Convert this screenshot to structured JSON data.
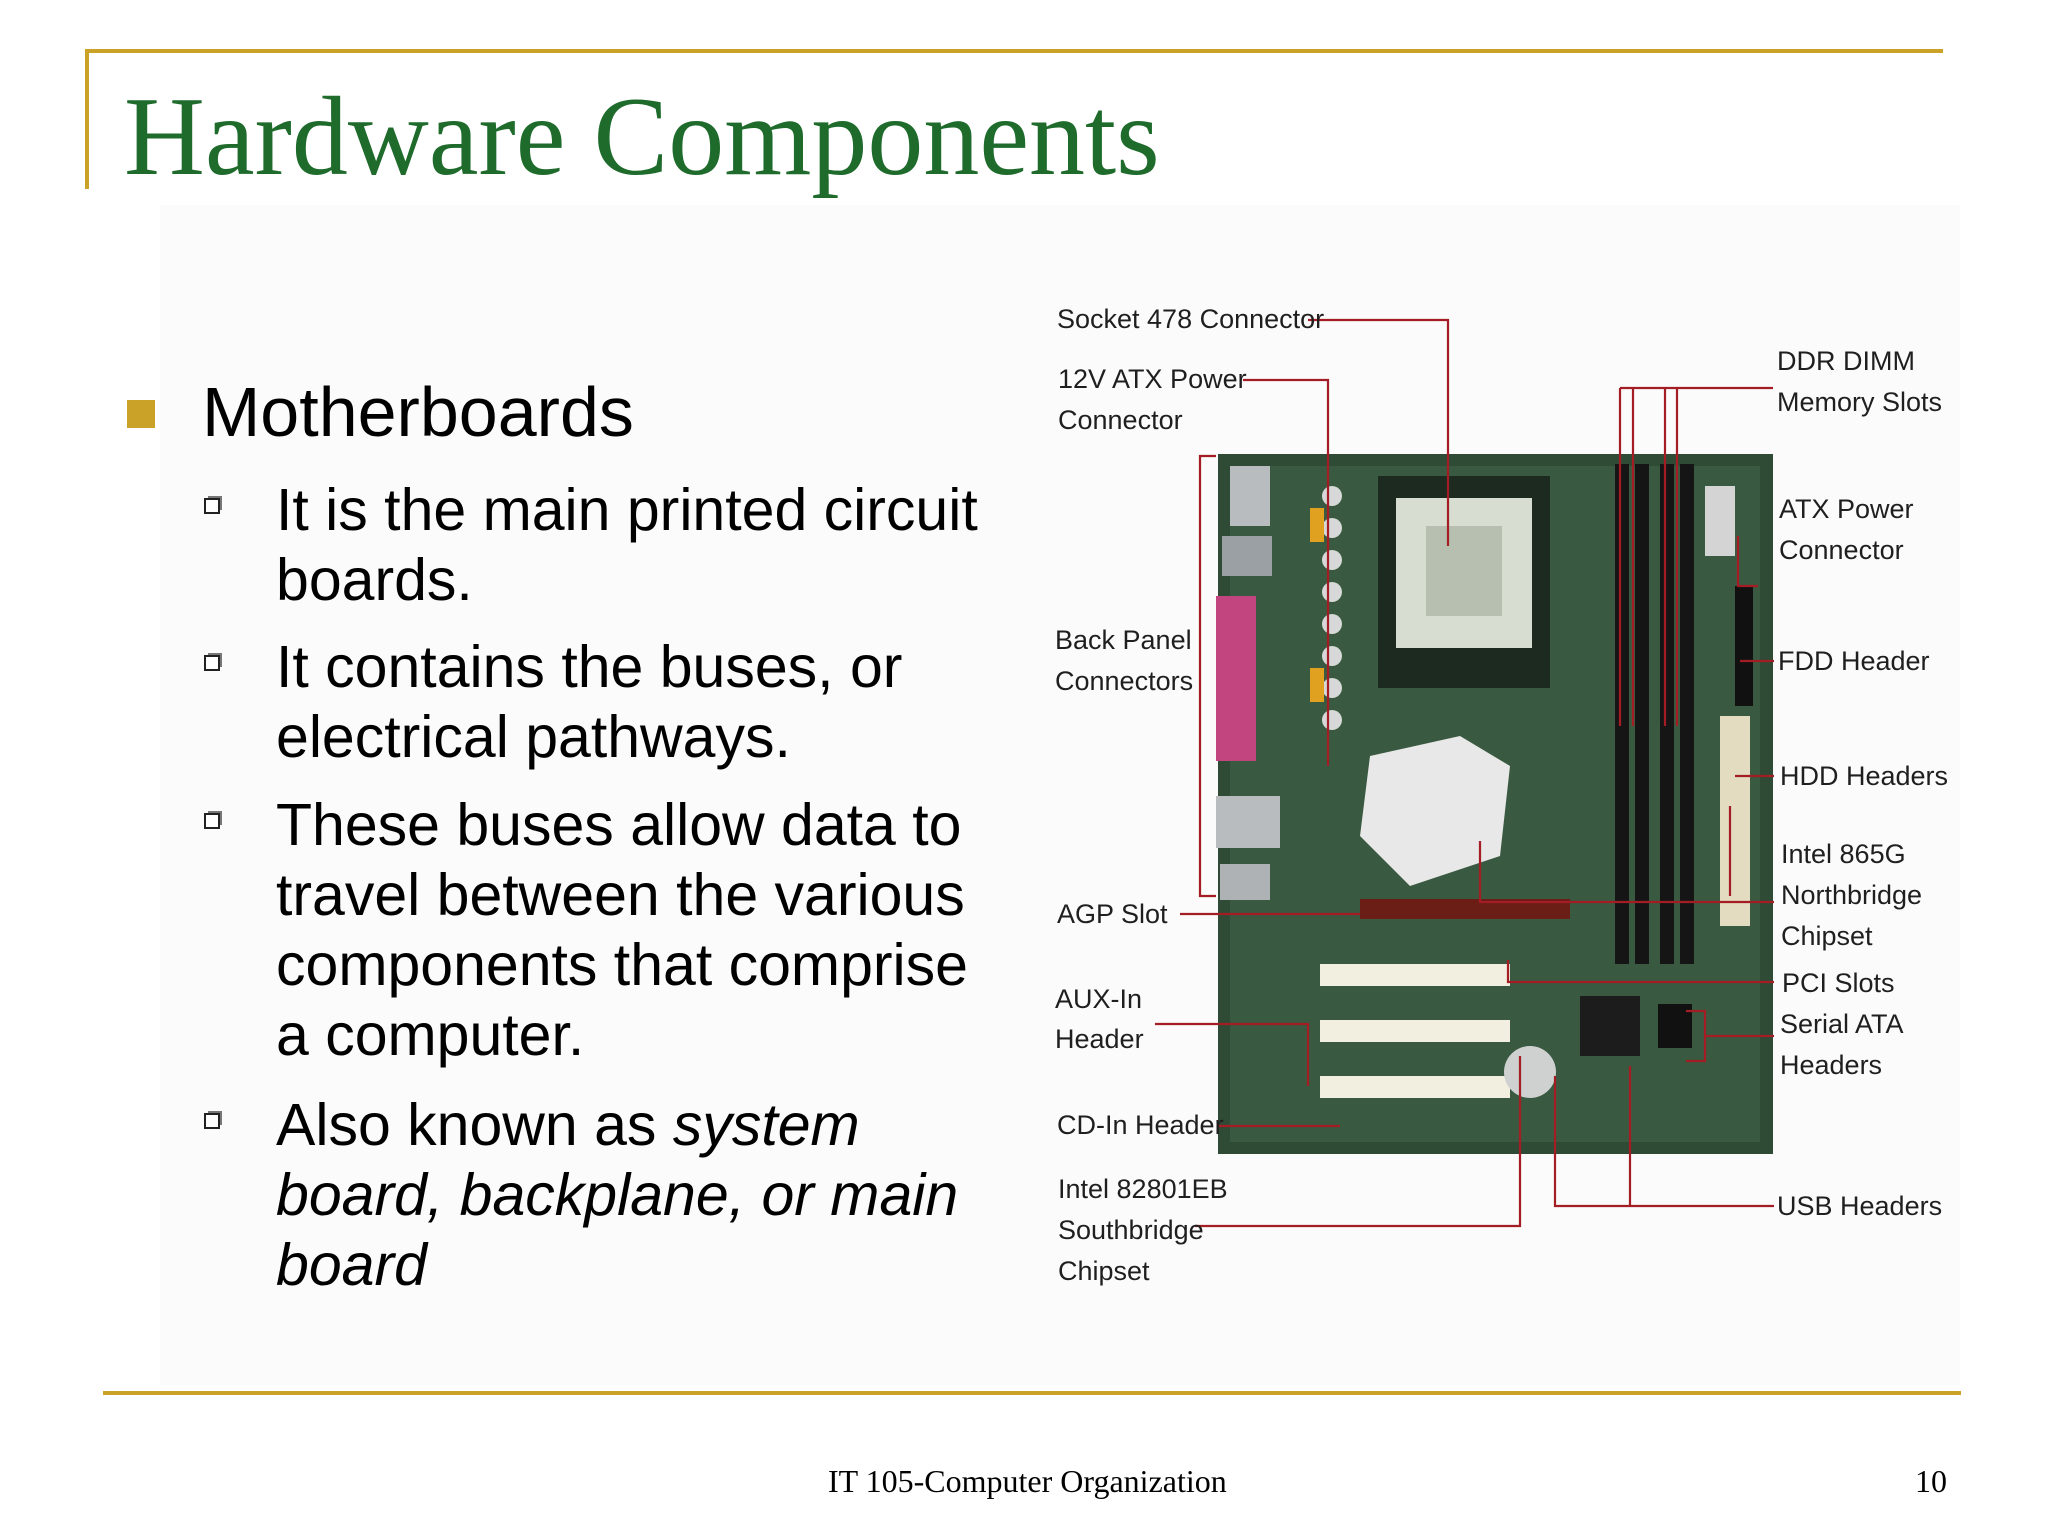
{
  "slide": {
    "title": "Hardware Components",
    "main_bullet": "Motherboards",
    "sub_bullets": [
      {
        "text": "It is the main printed circuit boards."
      },
      {
        "text": "It contains the buses, or electrical pathways."
      },
      {
        "text": "These buses allow data to travel between the various components that comprise a computer."
      },
      {
        "prefix": "Also known as ",
        "italic": "system board, backplane, or main board"
      }
    ]
  },
  "diagram": {
    "labels": {
      "socket": "Socket 478 Connector",
      "atx12_l1": "12V ATX Power",
      "atx12_l2": "Connector",
      "back_l1": "Back Panel",
      "back_l2": "Connectors",
      "agp": "AGP Slot",
      "aux_l1": "AUX-In",
      "aux_l2": "Header",
      "cd": "CD-In Header",
      "south_l1": "Intel 82801EB",
      "south_l2": "Southbridge",
      "south_l3": "Chipset",
      "ddr_l1": "DDR DIMM",
      "ddr_l2": "Memory Slots",
      "atxp_l1": "ATX Power",
      "atxp_l2": "Connector",
      "fdd": "FDD Header",
      "hdd": "HDD Headers",
      "north_l1": "Intel 865G",
      "north_l2": "Northbridge",
      "north_l3": "Chipset",
      "pci": "PCI Slots",
      "sata_l1": "Serial ATA",
      "sata_l2": "Headers",
      "usb": "USB Headers"
    },
    "colors": {
      "leader": "#a51d24",
      "board": "#2f4a35",
      "board_dark": "#1f3325"
    }
  },
  "footer": {
    "course": "IT 105-Computer Organization",
    "page": "10"
  },
  "theme": {
    "accent": "#c9a227",
    "title_color": "#1e6b2c"
  }
}
